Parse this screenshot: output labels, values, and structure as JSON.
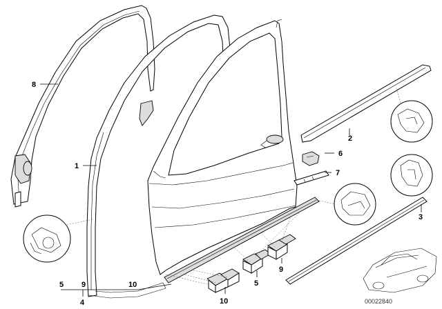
{
  "callouts": {
    "n1": "1",
    "n2": "2",
    "n3": "3",
    "n4": "4",
    "n5a": "5",
    "n5b": "5",
    "n6": "6",
    "n7": "7",
    "n8": "8",
    "n9a": "9",
    "n9b": "9",
    "n10a": "10",
    "n10b": "10"
  },
  "diagram_code": "00022840"
}
